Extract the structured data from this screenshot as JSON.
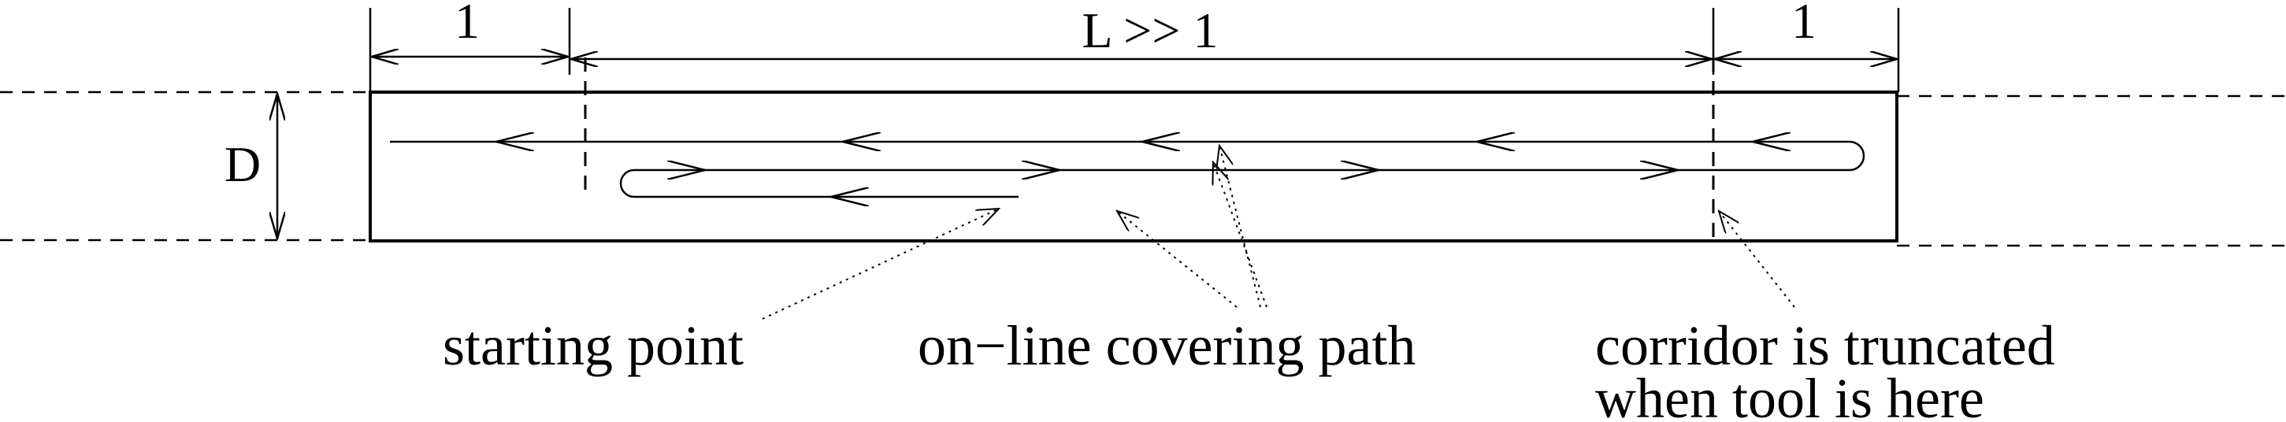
{
  "dimensions": {
    "left_width": "1",
    "corridor_length": "L >> 1",
    "right_width": "1",
    "corridor_height": "D"
  },
  "captions": {
    "starting_point": "starting point",
    "covering_path": "on−line covering path",
    "truncated_line1": "corridor is truncated",
    "truncated_line2": "when tool is here"
  },
  "colors": {
    "ink": "#000000",
    "background": "#ffffff"
  }
}
